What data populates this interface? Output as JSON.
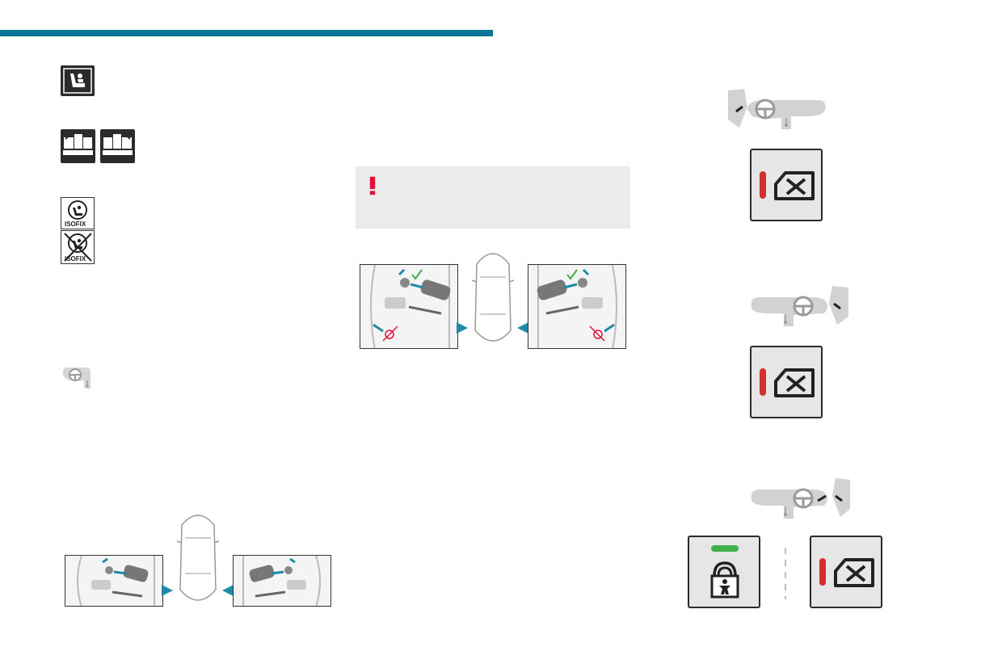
{
  "colors": {
    "accent_rule": "#0a7596",
    "warning_red": "#e0123b",
    "indicator_red": "#d32f2f",
    "indicator_green": "#3fb04a",
    "arrow_teal": "#1f8aa8",
    "note_background": "#ebebeb"
  },
  "icons": {
    "child_seat": "child-seat-icon",
    "rear_seat_left": "rear-seat-left-icon",
    "rear_seat_right": "rear-seat-right-icon",
    "isofix": "isofix-icon",
    "isofix_crossed": "isofix-crossed-icon",
    "steering_wheel": "steering-wheel-icon",
    "warning": "warning-exclamation-icon",
    "window_lock": "window-lock-icon",
    "child_lock": "child-lock-icon"
  },
  "labels": {
    "isofix": "ISOFIX",
    "isofix_crossed": "ISOFIX"
  },
  "indicators": {
    "passenger_front_window_led": "on",
    "driver_front_window_led": "on",
    "rear_child_lock_led": "on",
    "rear_window_led": "on"
  }
}
